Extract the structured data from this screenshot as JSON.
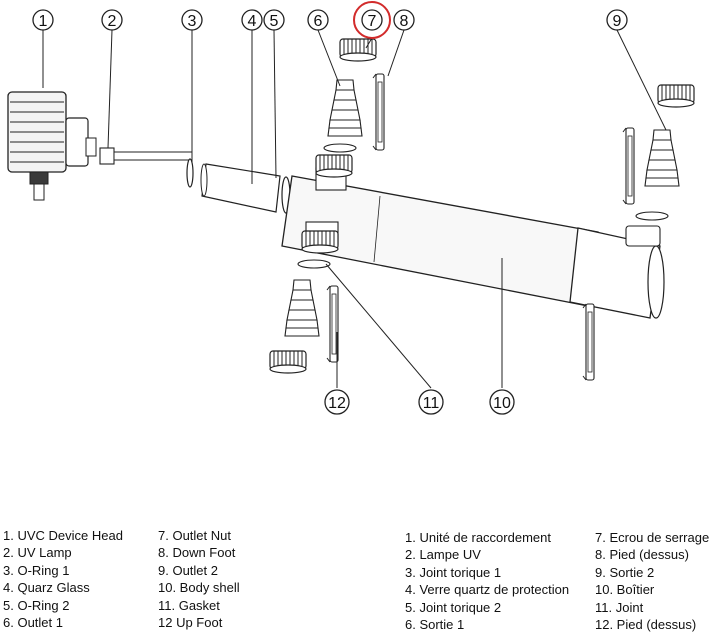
{
  "callouts": [
    {
      "n": "1"
    },
    {
      "n": "2"
    },
    {
      "n": "3"
    },
    {
      "n": "4"
    },
    {
      "n": "5"
    },
    {
      "n": "6"
    },
    {
      "n": "7",
      "highlight": true
    },
    {
      "n": "8"
    },
    {
      "n": "9"
    },
    {
      "n": "10"
    },
    {
      "n": "11"
    },
    {
      "n": "12"
    }
  ],
  "colors": {
    "line": "#222222",
    "highlight": "#d22b2b",
    "part_fill": "#f4f4f4",
    "dark_part": "#3a3a3a"
  },
  "legend_en": {
    "col1": [
      "1. UVC Device Head",
      "2. UV Lamp",
      "3. O-Ring 1",
      "4. Quarz Glass",
      "5. O-Ring 2",
      "6. Outlet 1"
    ],
    "col2": [
      "7. Outlet Nut",
      "8. Down Foot",
      "9. Outlet 2",
      "10. Body shell",
      "11. Gasket",
      "12 Up Foot"
    ]
  },
  "legend_fr": {
    "col1": [
      "1. Unité de raccordement",
      "2. Lampe UV",
      "3. Joint torique 1",
      "4. Verre quartz de protection",
      "5. Joint torique 2",
      "6. Sortie 1"
    ],
    "col2": [
      "7. Ecrou de serrage",
      "8. Pied (dessus)",
      "9. Sortie 2",
      "10. Boîtier",
      "11. Joint",
      "12. Pied (dessus)"
    ]
  }
}
